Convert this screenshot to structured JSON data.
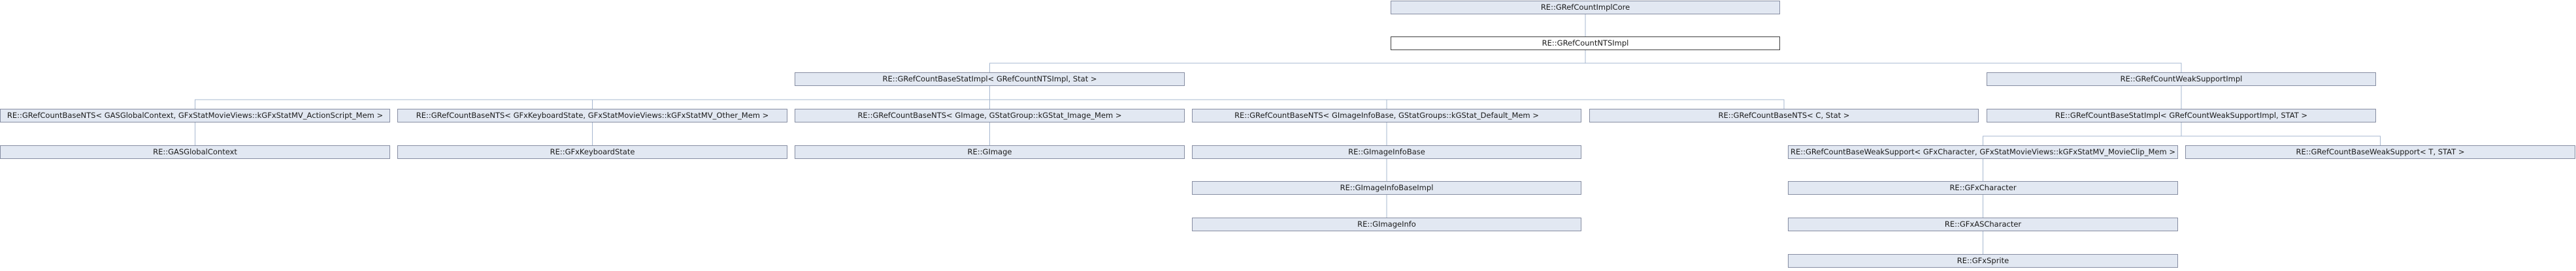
{
  "diagram": {
    "nodes": [
      {
        "id": "n_core",
        "label": "RE::GRefCountImplCore"
      },
      {
        "id": "n_ntsimpl",
        "label": "RE::GRefCountNTSImpl",
        "current": true
      },
      {
        "id": "n_bsi_nts",
        "label": "RE::GRefCountBaseStatImpl< GRefCountNTSImpl, Stat >"
      },
      {
        "id": "n_weakimpl",
        "label": "RE::GRefCountWeakSupportImpl"
      },
      {
        "id": "n_nts_gas",
        "label": "RE::GRefCountBaseNTS< GASGlobalContext, GFxStatMovieViews::kGFxStatMV_ActionScript_Mem >"
      },
      {
        "id": "n_nts_kbd",
        "label": "RE::GRefCountBaseNTS< GFxKeyboardState, GFxStatMovieViews::kGFxStatMV_Other_Mem >"
      },
      {
        "id": "n_nts_img",
        "label": "RE::GRefCountBaseNTS< GImage, GStatGroup::kGStat_Image_Mem >"
      },
      {
        "id": "n_nts_imgib",
        "label": "RE::GRefCountBaseNTS< GImageInfoBase, GStatGroups::kGStat_Default_Mem >"
      },
      {
        "id": "n_nts_c",
        "label": "RE::GRefCountBaseNTS< C, Stat >"
      },
      {
        "id": "n_bsi_weak",
        "label": "RE::GRefCountBaseStatImpl< GRefCountWeakSupportImpl, STAT >"
      },
      {
        "id": "n_gas",
        "label": "RE::GASGlobalContext"
      },
      {
        "id": "n_kbd",
        "label": "RE::GFxKeyboardState"
      },
      {
        "id": "n_img",
        "label": "RE::GImage"
      },
      {
        "id": "n_imginfobase",
        "label": "RE::GImageInfoBase"
      },
      {
        "id": "n_ws_char",
        "label": "RE::GRefCountBaseWeakSupport< GFxCharacter, GFxStatMovieViews::kGFxStatMV_MovieClip_Mem >"
      },
      {
        "id": "n_ws_t",
        "label": "RE::GRefCountBaseWeakSupport< T, STAT >"
      },
      {
        "id": "n_imginfobaseimpl",
        "label": "RE::GImageInfoBaseImpl"
      },
      {
        "id": "n_char",
        "label": "RE::GFxCharacter"
      },
      {
        "id": "n_imginfo",
        "label": "RE::GImageInfo"
      },
      {
        "id": "n_aschar",
        "label": "RE::GFxASCharacter"
      },
      {
        "id": "n_sprite",
        "label": "RE::GFxSprite"
      }
    ],
    "edges": [
      [
        "n_core",
        "n_ntsimpl"
      ],
      [
        "n_ntsimpl",
        "n_bsi_nts"
      ],
      [
        "n_ntsimpl",
        "n_weakimpl"
      ],
      [
        "n_bsi_nts",
        "n_nts_gas"
      ],
      [
        "n_bsi_nts",
        "n_nts_kbd"
      ],
      [
        "n_bsi_nts",
        "n_nts_img"
      ],
      [
        "n_bsi_nts",
        "n_nts_imgib"
      ],
      [
        "n_bsi_nts",
        "n_nts_c"
      ],
      [
        "n_weakimpl",
        "n_bsi_weak"
      ],
      [
        "n_nts_gas",
        "n_gas"
      ],
      [
        "n_nts_kbd",
        "n_kbd"
      ],
      [
        "n_nts_img",
        "n_img"
      ],
      [
        "n_nts_imgib",
        "n_imginfobase"
      ],
      [
        "n_bsi_weak",
        "n_ws_char"
      ],
      [
        "n_bsi_weak",
        "n_ws_t"
      ],
      [
        "n_imginfobase",
        "n_imginfobaseimpl"
      ],
      [
        "n_ws_char",
        "n_char"
      ],
      [
        "n_imginfobaseimpl",
        "n_imginfo"
      ],
      [
        "n_char",
        "n_aschar"
      ],
      [
        "n_aschar",
        "n_sprite"
      ]
    ]
  },
  "colors": {
    "node_fill": "#e2e8f2",
    "node_border": "#868da2",
    "current_fill": "#ffffff",
    "current_border": "#3f3f3f",
    "edge": "#a7b8d0"
  }
}
